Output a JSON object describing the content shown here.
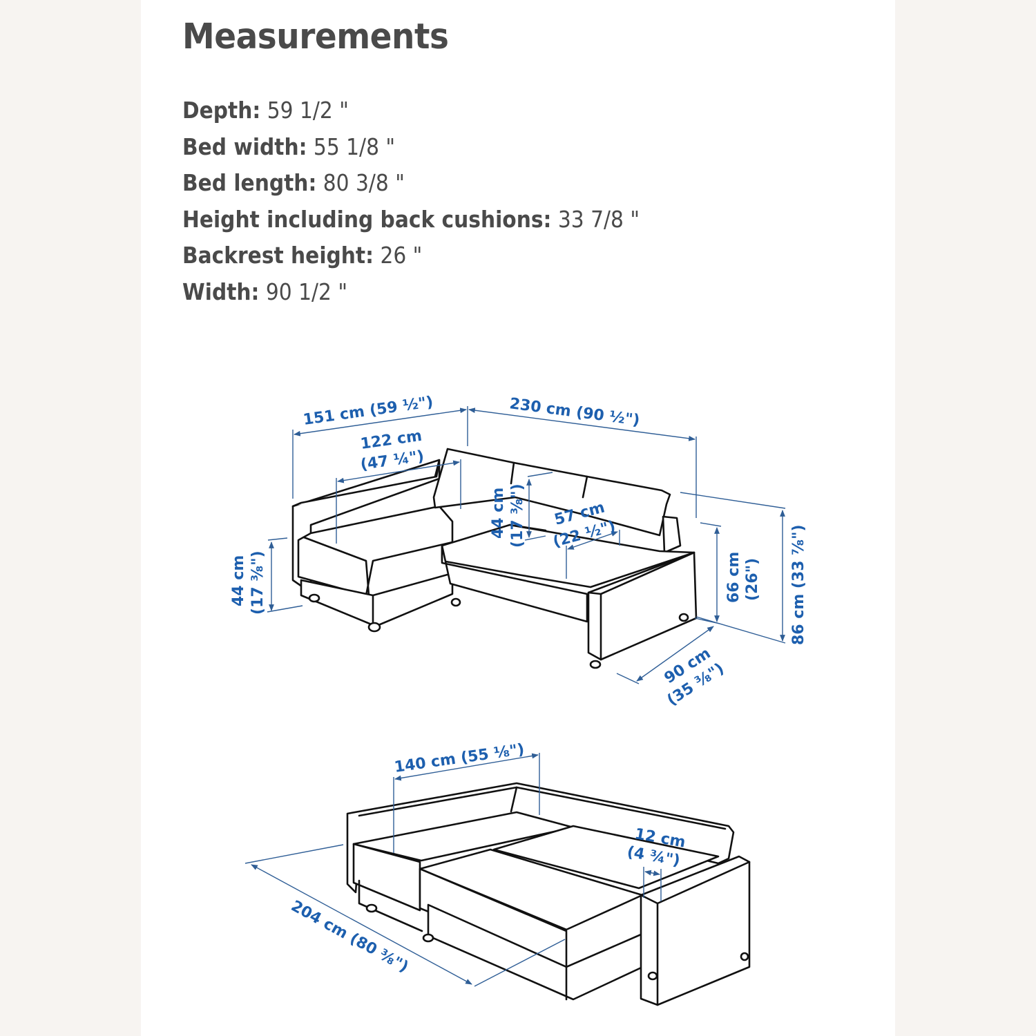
{
  "page": {
    "title": "Measurements",
    "background_color": "#f7f4f1",
    "panel_color": "#ffffff",
    "text_color": "#4a4a4a",
    "dimension_color": "#1d5fae"
  },
  "specs": [
    {
      "label": "Depth:",
      "value": "59 1/2 \""
    },
    {
      "label": "Bed width:",
      "value": "55 1/8 \""
    },
    {
      "label": "Bed length:",
      "value": "80 3/8 \""
    },
    {
      "label": "Height including back cushions:",
      "value": "33 7/8 \""
    },
    {
      "label": "Backrest height:",
      "value": "26 \""
    },
    {
      "label": "Width:",
      "value": "90 1/2 \""
    }
  ],
  "sofa_diagram": {
    "labels": {
      "depth_total": "151 cm (59 ½\")",
      "width_total": "230 cm (90 ½\")",
      "chaise_width_cm": "122 cm",
      "chaise_width_in": "(47 ¼\")",
      "back_height_cm": "44 cm",
      "back_height_in": "(17 ⅜\")",
      "seat_depth_cm": "57 cm",
      "seat_depth_in": "(22 ½\")",
      "seat_height_cm": "44 cm",
      "seat_height_in": "(17 ⅜\")",
      "backrest_height_cm": "66 cm",
      "backrest_height_in": "(26\")",
      "total_height": "86 cm (33 ⅞\")",
      "depth_cm": "90 cm",
      "depth_in": "(35 ⅜\")"
    }
  },
  "bed_diagram": {
    "labels": {
      "bed_width": "140 cm (55 ⅛\")",
      "armrest_cm": "12 cm",
      "armrest_in": "(4 ¾\")",
      "bed_length": "204 cm (80 ⅜\")"
    }
  }
}
